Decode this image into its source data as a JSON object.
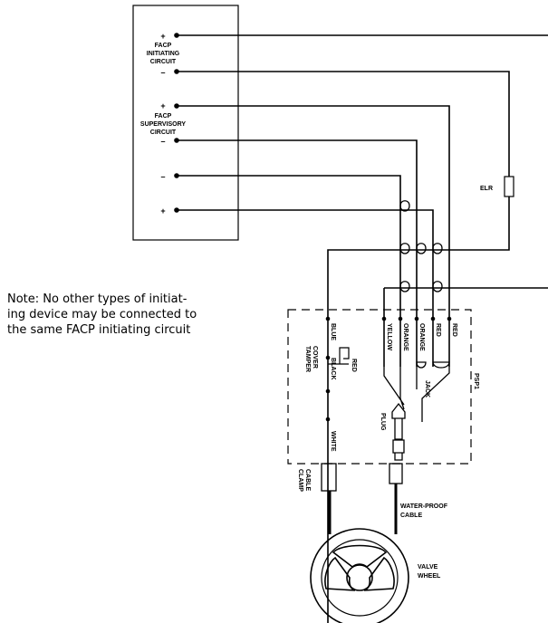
{
  "panel": {
    "initiating": {
      "plus": "+",
      "line1": "FACP",
      "line2": "INITIATING",
      "line3": "CIRCUIT",
      "minus": "–"
    },
    "supervisory": {
      "plus": "+",
      "line1": "FACP",
      "line2": "SUPERVISORY",
      "line3": "CIRCUIT",
      "minus": "–"
    },
    "aux_minus": "–",
    "aux_plus": "+"
  },
  "elr": "ELR",
  "note": {
    "line1": "Note: No other types of initiat-",
    "line2": "ing device may be connected to",
    "line3": "the same FACP initiating circuit"
  },
  "wires": {
    "blue": "BLUE",
    "black": "BLACK",
    "white": "WHITE",
    "yellow": "YELLOW",
    "orange1": "ORANGE",
    "orange2": "ORANGE",
    "red1": "RED",
    "red2": "RED",
    "red_tamper": "RED"
  },
  "cover_tamper": {
    "line1": "COVER",
    "line2": "TAMPER"
  },
  "psp": "PSP1",
  "jack": "JACK",
  "plug": "PLUG",
  "cable_clamp": {
    "line1": "CABLE",
    "line2": "CLAMP"
  },
  "waterproof": {
    "line1": "WATER-PROOF",
    "line2": "CABLE"
  },
  "valve": {
    "line1": "VALVE",
    "line2": "WHEEL"
  }
}
